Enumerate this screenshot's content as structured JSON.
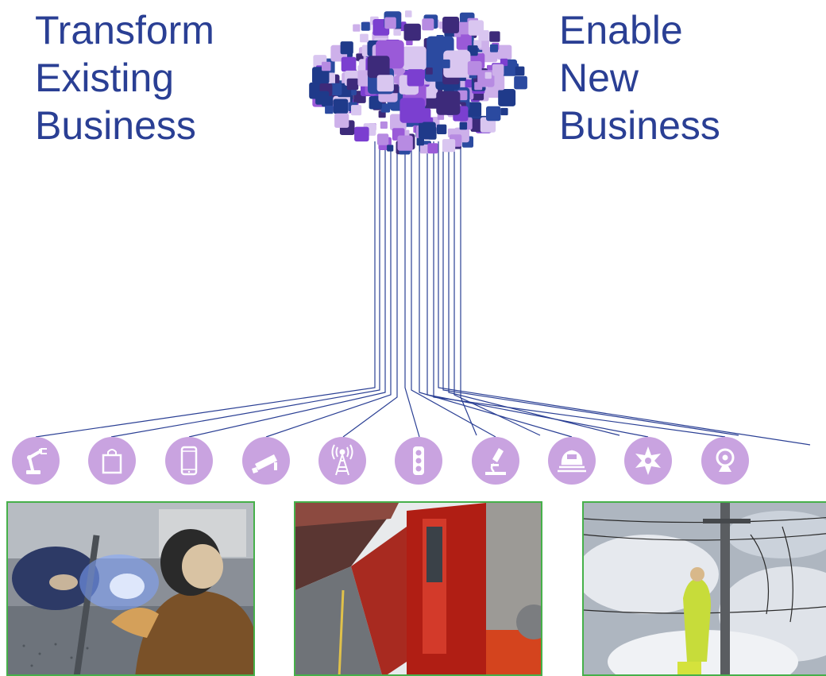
{
  "left_heading": {
    "line1": "Transform",
    "line2": "Existing",
    "line3": "Business"
  },
  "right_heading": {
    "line1": "Enable",
    "line2": "New",
    "line3": "Business"
  },
  "colors": {
    "heading": "#2a3f94",
    "line": "#2a3f94",
    "icon_circle": "#c9a3e0",
    "photo_border": "#46b04a",
    "cloud_palette": [
      "#1f3a8a",
      "#2b4aa0",
      "#7b3fd0",
      "#9a5ad8",
      "#b78be2",
      "#cdb0ea",
      "#d9c6f0",
      "#3d2a7a"
    ]
  },
  "icons": [
    "robot-arm-icon",
    "shopping-bag-icon",
    "smartphone-icon",
    "security-camera-icon",
    "radio-tower-icon",
    "traffic-light-icon",
    "microscope-icon",
    "train-icon",
    "sheriff-star-icon",
    "webcam-icon"
  ],
  "photos": [
    {
      "name": "welder-photo",
      "subject": "welder"
    },
    {
      "name": "train-platform-photo",
      "subject": "train"
    },
    {
      "name": "power-line-worker-photo",
      "subject": "power-line-worker"
    }
  ]
}
